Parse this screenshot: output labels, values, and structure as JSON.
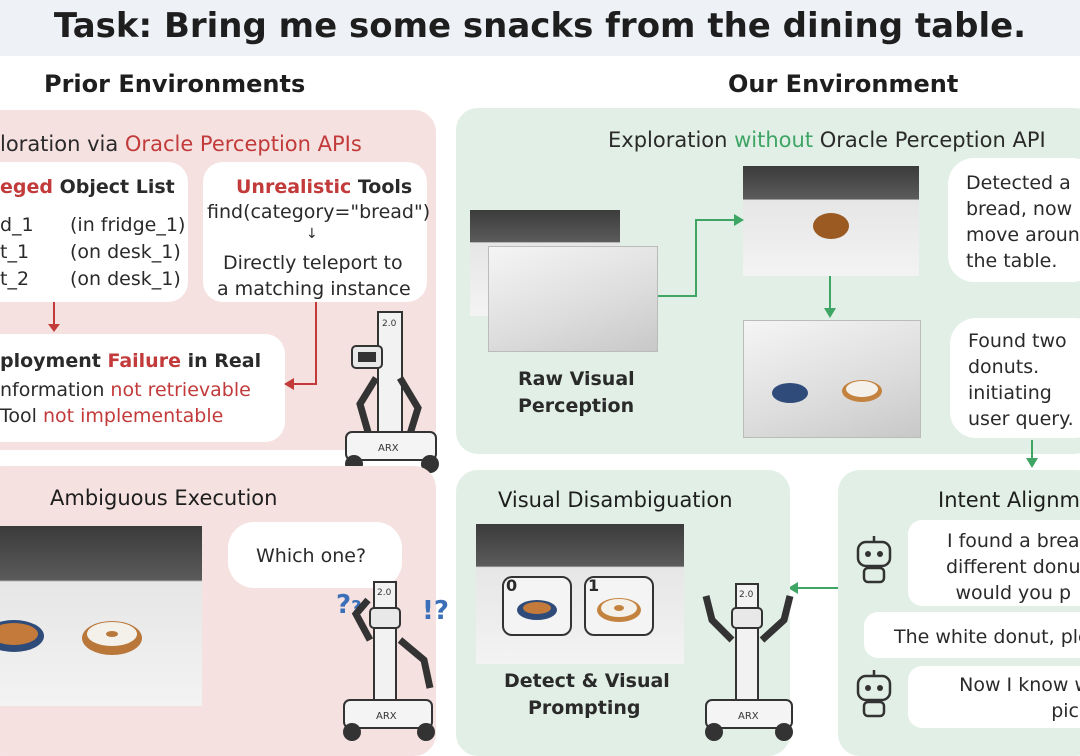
{
  "task_title": "Task: Bring me some snacks from the dining table.",
  "prior": {
    "heading": "Prior Environments",
    "panel_title_prefix": "loration via ",
    "panel_title_red": "Oracle Perception APIs",
    "object_list": {
      "title_red": "eged",
      "title_black": " Object List",
      "rows": [
        {
          "name": "d_1",
          "loc": "(in fridge_1)"
        },
        {
          "name": "t_1",
          "loc": "(on desk_1)"
        },
        {
          "name": "t_2",
          "loc": "(on desk_1)"
        }
      ]
    },
    "tools": {
      "title_red": "Unrealistic",
      "title_black": " Tools",
      "call": "find(category=\"bread\")",
      "arrow": "↓",
      "line1": "Directly teleport to",
      "line2": "a matching instance"
    },
    "deployment": {
      "title_prefix": "ployment ",
      "title_red": "Failure",
      "title_suffix": " in Real",
      "line1_black": "nformation ",
      "line1_red": "not retrievable",
      "line2_black": "Tool ",
      "line2_red": "not implementable"
    },
    "ambiguous": {
      "title": "Ambiguous Execution",
      "bubble": "Which one?"
    }
  },
  "ours": {
    "heading": "Our Environment",
    "panel_title_prefix": "Exploration ",
    "panel_title_green": "without",
    "panel_title_suffix": " Oracle Perception API",
    "raw_line1": "Raw Visual",
    "raw_line2": "Perception",
    "bubble1": [
      "Detected a",
      "bread, now",
      "move aroun",
      "the table."
    ],
    "bubble2": [
      "Found two",
      "donuts.",
      "initiating",
      "user query."
    ],
    "visual": {
      "title": "Visual Disambiguation",
      "label0": "0",
      "label1": "1",
      "cap1": "Detect & Visual",
      "cap2": "Prompting"
    },
    "intent": {
      "title": "Intent Alignm",
      "msg1": [
        "I found a brea",
        "different donu",
        "would you p"
      ],
      "msg2": "The white donut, ple",
      "msg3": [
        "Now I know w",
        "pick"
      ]
    }
  },
  "robot_label": "ARX",
  "robot_tag": "2.0",
  "colors": {
    "red": "#c23a3a",
    "green": "#3fa565",
    "red_panel": "#f6e1e1",
    "green_panel": "#e1efe6"
  }
}
